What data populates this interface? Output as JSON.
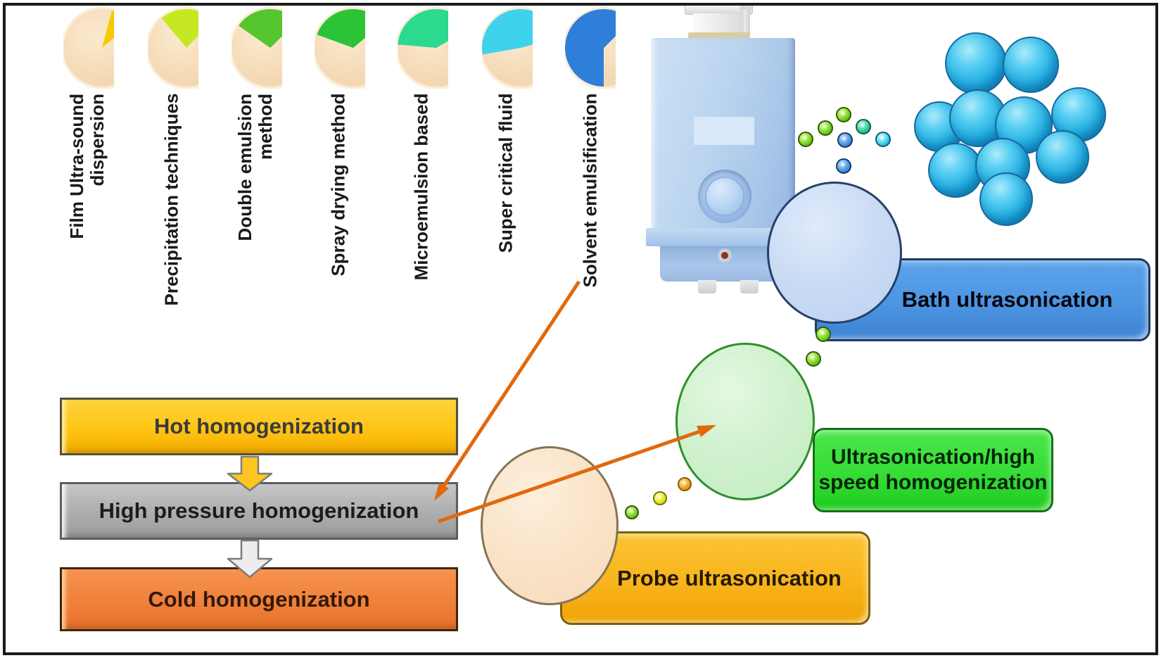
{
  "pie_methods": [
    {
      "label": "Film Ultra-sound\ndispersion",
      "wedge_color": "#F7C800",
      "wedge_start_deg": 15,
      "wedge_sweep_deg": 35,
      "base_color": "#F5DBB8"
    },
    {
      "label": "Precipitation techniques",
      "wedge_color": "#C6E822",
      "wedge_start_deg": -40,
      "wedge_sweep_deg": 85,
      "base_color": "#F5DBB8"
    },
    {
      "label": "Double emulsion\nmethod",
      "wedge_color": "#55C62E",
      "wedge_start_deg": -55,
      "wedge_sweep_deg": 100,
      "base_color": "#F5DBB8"
    },
    {
      "label": "Spray drying method",
      "wedge_color": "#2BC437",
      "wedge_start_deg": -70,
      "wedge_sweep_deg": 120,
      "base_color": "#F5DBB8"
    },
    {
      "label": "Microemulsion based",
      "wedge_color": "#2BD98F",
      "wedge_start_deg": -85,
      "wedge_sweep_deg": 145,
      "base_color": "#F5DBB8"
    },
    {
      "label": "Super critical fluid",
      "wedge_color": "#3FD2EC",
      "wedge_start_deg": -100,
      "wedge_sweep_deg": 175,
      "base_color": "#F5DBB8"
    },
    {
      "label": "Solvent emulsification",
      "wedge_color": "#2E7FD9",
      "wedge_start_deg": -180,
      "wedge_sweep_deg": 225,
      "base_color": "#F5DBB8"
    }
  ],
  "flowchart": {
    "steps": [
      {
        "label": "Hot homogenization",
        "fill": "#FEC514",
        "border": "#55503C",
        "text_color": "#3B3B3B"
      },
      {
        "label": "High pressure homogenization",
        "fill": "#ACACAC",
        "border": "#5E5E5E",
        "text_color": "#1C1C1C"
      },
      {
        "label": "Cold homogenization",
        "fill": "#F0803A",
        "border": "#3F260C",
        "text_color": "#33190A"
      }
    ],
    "connector_arrows": [
      {
        "fill": "#FFC520",
        "outline": "#7D7D7D"
      },
      {
        "fill": "#EDEDED",
        "outline": "#7B7B7B"
      }
    ]
  },
  "callouts": [
    {
      "label": "Bath ultrasonication",
      "fill": "#4C95E2",
      "border": "#1E3A5F"
    },
    {
      "label": "Ultrasonication/high\nspeed homogenization",
      "fill": "#35DD35",
      "border": "#177017"
    },
    {
      "label": "Probe ultrasonication",
      "fill": "#F8B41C",
      "border": "#7A6012"
    }
  ],
  "connector_lines": {
    "color": "#E2680C",
    "count": 2,
    "description": [
      "solvent-emulsification label to high-pressure-homogenization box",
      "high-pressure-homogenization box to ultrasonication circle"
    ]
  },
  "illustrations": {
    "sonicator_machine": {
      "body_color": "#B6D4EF",
      "cap_color": "#EFEFEF",
      "knob_color": "#B3D0F1"
    },
    "nanoparticle_cluster": {
      "sphere_count": 10,
      "sphere_color": "#1FABE0",
      "rim_color": "#16679E"
    },
    "dispersion_circles": [
      {
        "name": "bath-circle",
        "fill": "#CBDCF5",
        "border": "#25406B"
      },
      {
        "name": "ultra-circle",
        "fill": "#D0F1CE",
        "border": "#2F8F2D"
      },
      {
        "name": "probe-circle",
        "fill": "#FAE3C8",
        "border": "#857455"
      }
    ],
    "bubble_colors": {
      "green": "#8FE03A",
      "teal": "#4FD8AC",
      "cyan": "#61DCF4",
      "blue": "#64A6EA",
      "yellow": "#F0F036",
      "orange": "#F6B232"
    }
  }
}
